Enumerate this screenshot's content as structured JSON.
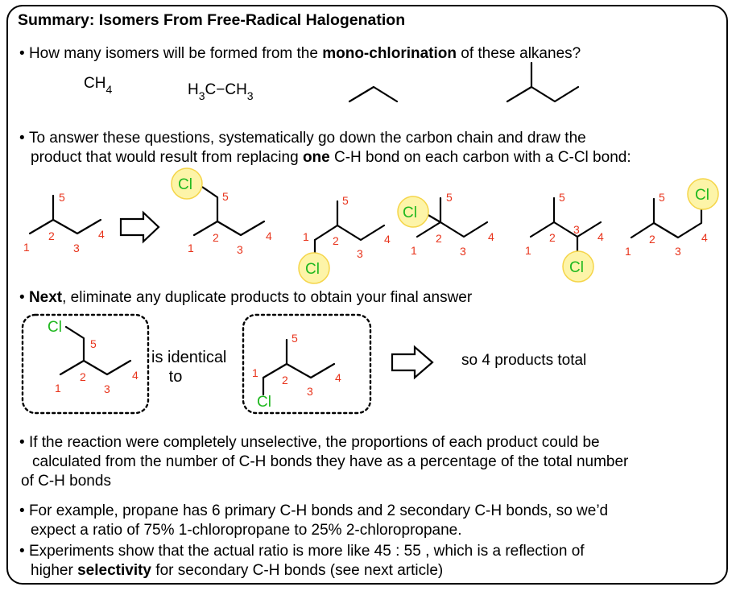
{
  "title": "Summary: Isomers From Free-Radical Halogenation",
  "q1": {
    "pre": "How many isomers will be formed from the ",
    "bold": "mono-chlorination",
    "post": " of these alkanes?"
  },
  "methane": {
    "main": "CH",
    "sub": "4"
  },
  "ethane": {
    "a": "H",
    "a_sub": "3",
    "b": "C−CH",
    "b_sub": "3"
  },
  "q2": {
    "line1": "To answer these questions, systematically go down the carbon chain and draw the",
    "line2_pre": "product that would result from replacing ",
    "line2_bold": "one",
    "line2_post": " C-H bond on each carbon with a C-Cl bond:"
  },
  "atoms": {
    "cl": "Cl"
  },
  "numbers": {
    "n1": "1",
    "n2": "2",
    "n3": "3",
    "n4": "4",
    "n5": "5"
  },
  "next": {
    "bold": "Next",
    "rest": ", eliminate any duplicate products to obtain your final answer"
  },
  "identical": {
    "line1": "is identical",
    "line2": "to"
  },
  "total": "so 4 products total",
  "p3": {
    "line1": "If the reaction were completely unselective, the proportions of each product could be",
    "line2": "calculated from the number of C-H bonds they have as a percentage of the total number",
    "line3": "of C-H bonds"
  },
  "p4": {
    "line1": "For example, propane has 6 primary C-H bonds and 2 secondary C-H bonds, so we’d",
    "line2": "expect a ratio of 75% 1-chloropropane to 25% 2-chloropropane."
  },
  "p5": {
    "line1": "Experiments show that the actual ratio is more like 45 : 55 , which is a reflection of",
    "line2_pre": "higher ",
    "line2_bold": "selectivity",
    "line2_post": " for secondary C-H bonds (see next article)"
  },
  "colors": {
    "number": "#e8341c",
    "chlorine": "#1fb81f",
    "highlight": "#fdf4a8",
    "highlight_edge": "#f5d54a"
  }
}
